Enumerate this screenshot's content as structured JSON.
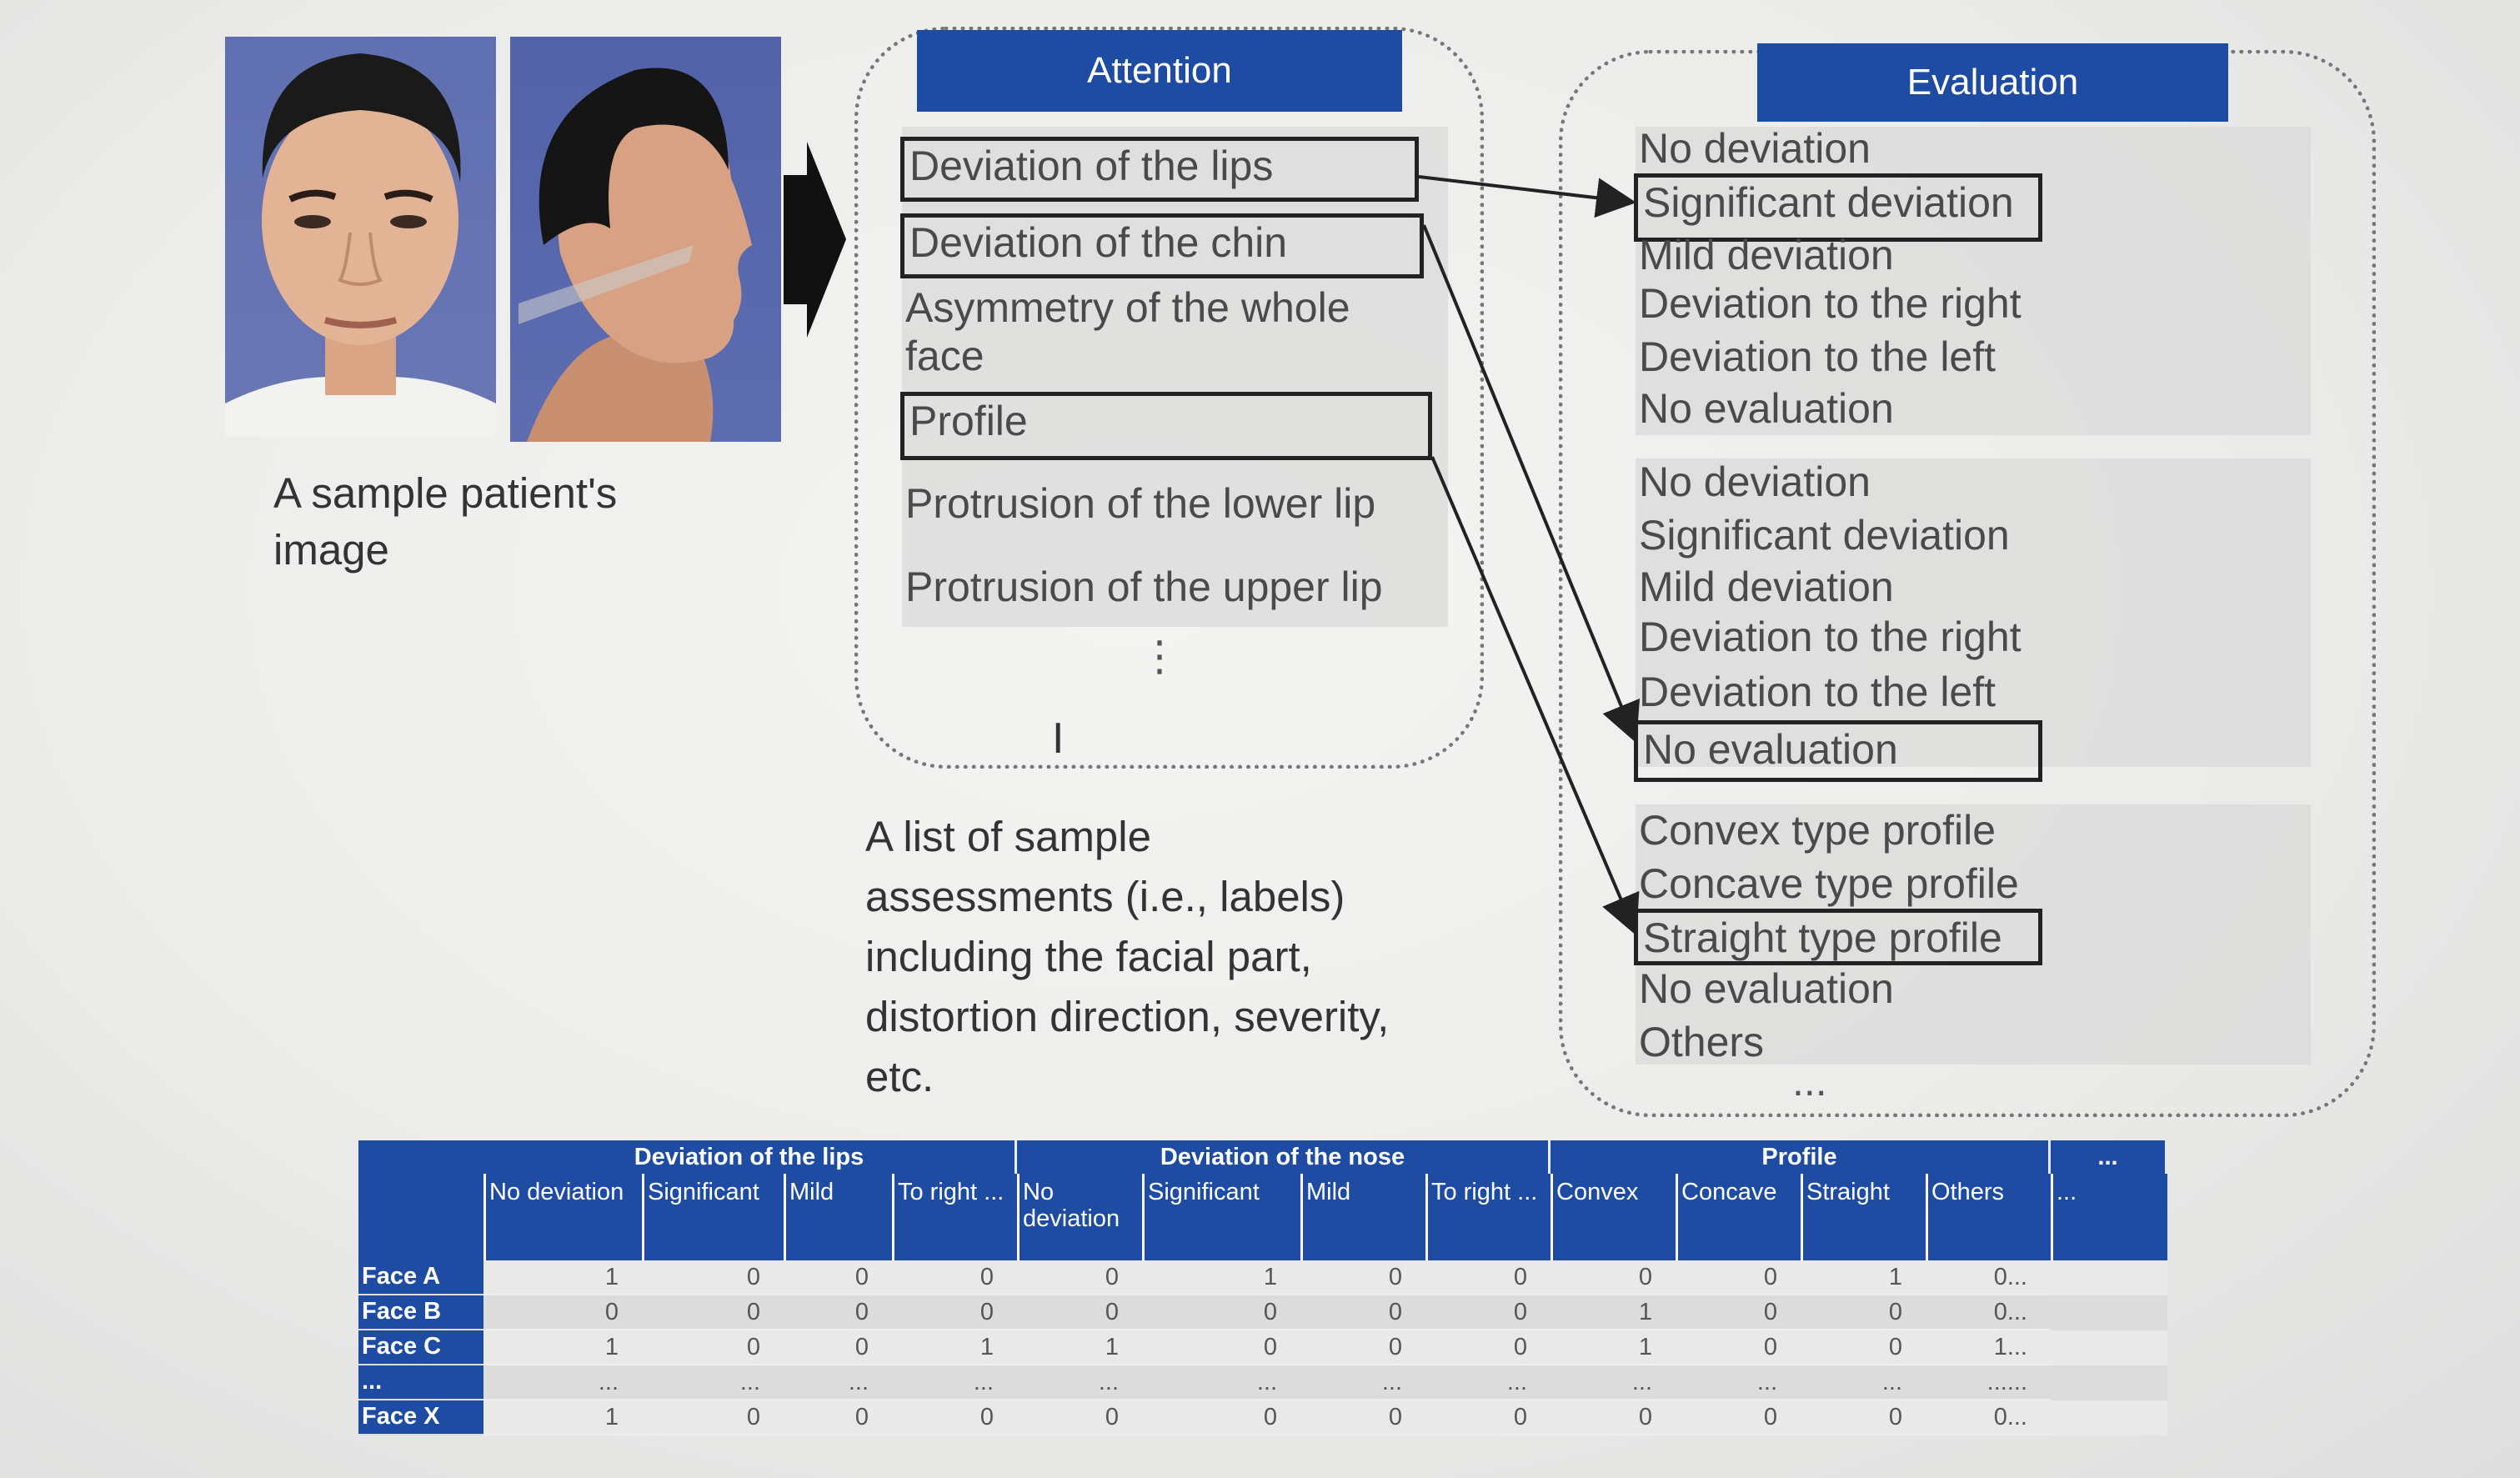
{
  "patient": {
    "caption_line1": "A sample patient's",
    "caption_line2": "image"
  },
  "attention": {
    "title": "Attention",
    "items": [
      "Deviation of the lips",
      "Deviation of the chin",
      "Asymmetry of the whole face",
      "Profile",
      "Protrusion of the lower lip",
      "Protrusion of the upper lip"
    ],
    "more": "⋮"
  },
  "evaluation": {
    "title": "Evaluation",
    "group1": [
      "No deviation",
      "Significant deviation",
      "Mild deviation",
      "Deviation to the right",
      "Deviation to the left",
      "No evaluation"
    ],
    "group2": [
      "No deviation",
      "Significant deviation",
      "Mild deviation",
      "Deviation to the right",
      "Deviation to the left",
      "No evaluation"
    ],
    "group3": [
      "Convex type profile",
      "Concave type profile",
      "Straight type profile",
      "No evaluation",
      "Others"
    ],
    "more": "..."
  },
  "assessment_text": [
    "A list of sample",
    "assessments (i.e., labels)",
    "including the facial part,",
    "distortion direction, severity,",
    "etc."
  ],
  "cursor": "I",
  "table": {
    "groups": [
      "Deviation of the lips",
      "Deviation of the nose",
      "Profile",
      "..."
    ],
    "columns": [
      "No deviation",
      "Significant",
      "Mild",
      "To right ...",
      "No deviation",
      "Significant",
      "Mild",
      "To right ...",
      "Convex",
      "Concave",
      "Straight",
      "Others",
      "..."
    ],
    "rows": [
      {
        "label": "Face A",
        "values": [
          "1",
          "0",
          "0",
          "0",
          "0",
          "1",
          "0",
          "0",
          "0",
          "0",
          "1",
          "0..."
        ]
      },
      {
        "label": "Face B",
        "values": [
          "0",
          "0",
          "0",
          "0",
          "0",
          "0",
          "0",
          "0",
          "1",
          "0",
          "0",
          "0..."
        ]
      },
      {
        "label": "Face C",
        "values": [
          "1",
          "0",
          "0",
          "1",
          "1",
          "0",
          "0",
          "0",
          "1",
          "0",
          "0",
          "1..."
        ]
      },
      {
        "label": "...",
        "values": [
          "...",
          "...",
          "...",
          "...",
          "...",
          "...",
          "...",
          "...",
          "...",
          "...",
          "...",
          "......"
        ]
      },
      {
        "label": "Face X",
        "values": [
          "1",
          "0",
          "0",
          "0",
          "0",
          "0",
          "0",
          "0",
          "0",
          "0",
          "0",
          "0..."
        ]
      }
    ]
  }
}
